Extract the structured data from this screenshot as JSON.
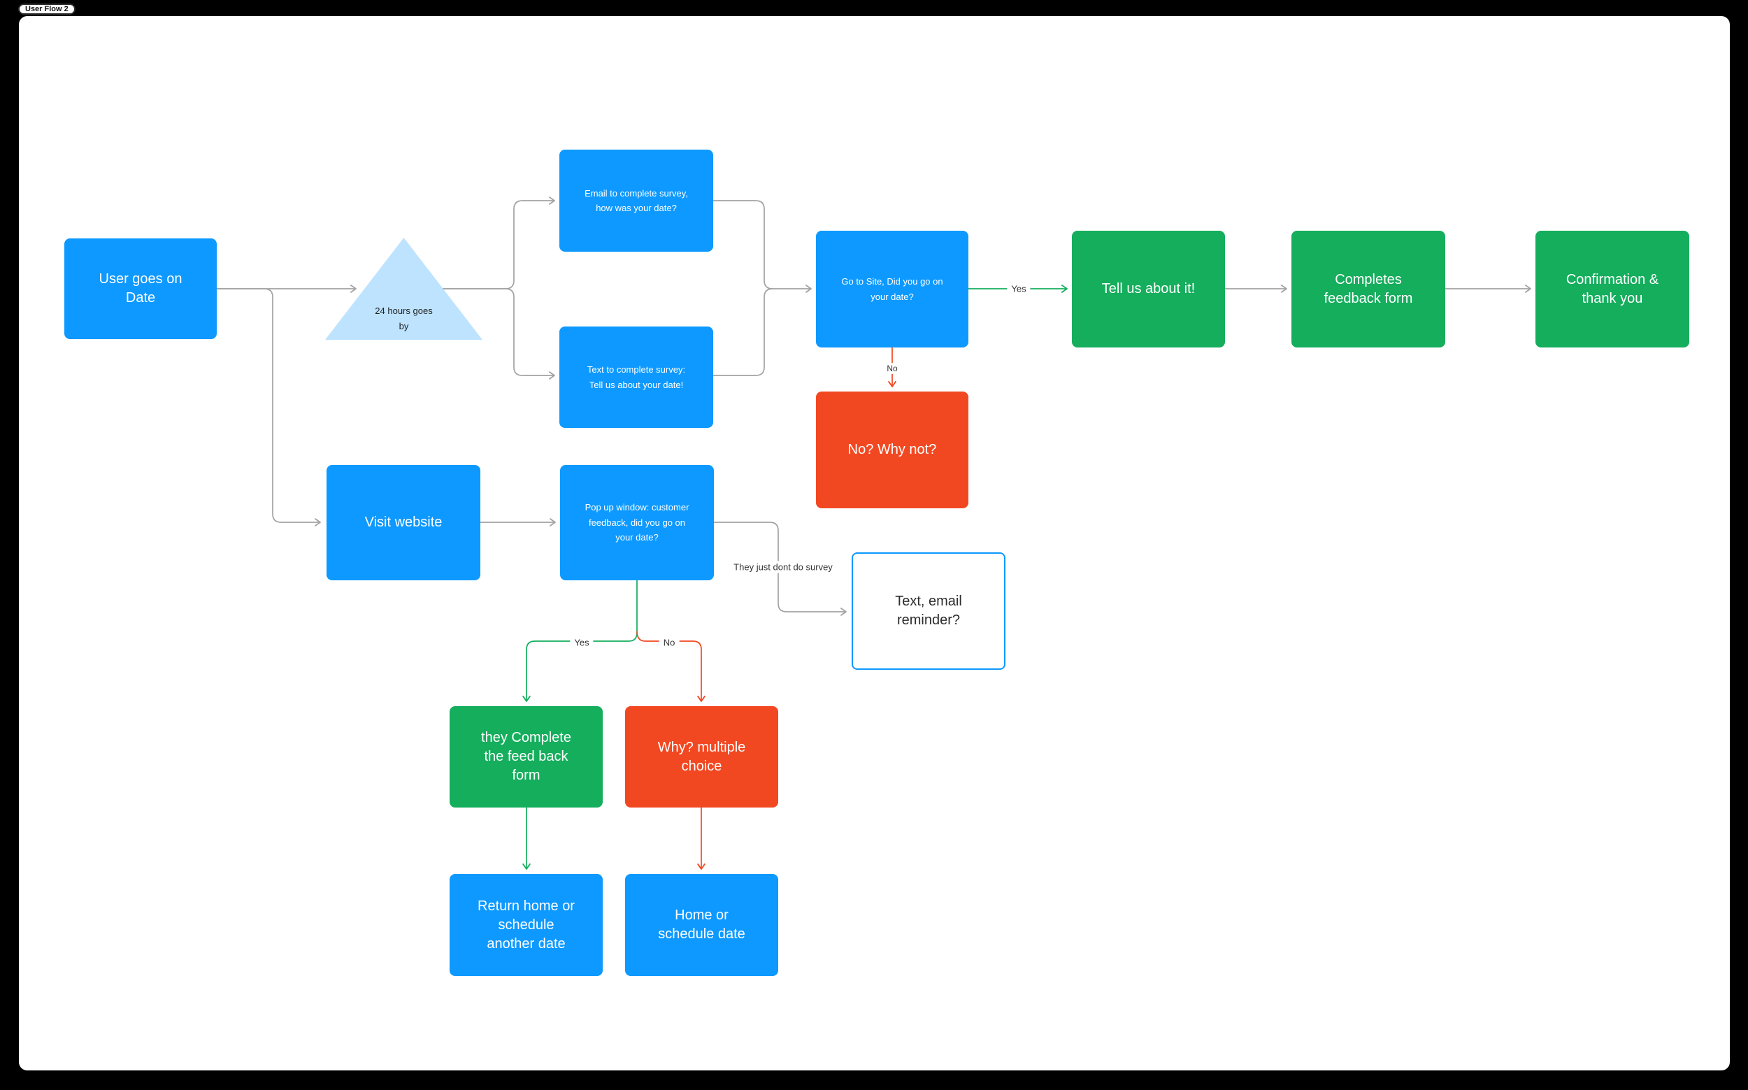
{
  "app": {
    "tab_label": "User Flow 2"
  },
  "colors": {
    "background": "#000000",
    "canvas": "#FFFFFF",
    "node_blue": "#0D99FF",
    "node_green": "#14AE5C",
    "node_red": "#F24822",
    "node_light_blue": "#BDE3FF",
    "connector_gray": "#A3A3A3",
    "connector_green": "#14AE5C",
    "connector_red": "#F24822",
    "reminder_border_blue": "#0D99FF"
  },
  "diagram": {
    "nodes": {
      "user_goes_on_date": {
        "label": "User goes on\nDate"
      },
      "hours_24": {
        "label": "24 hours goes\nby"
      },
      "email_survey": {
        "label": "Email to complete survey,\nhow was your date?"
      },
      "text_survey": {
        "label": "Text to complete survey:\nTell us about your date!"
      },
      "go_to_site": {
        "label": "Go to Site, Did you go on\nyour date?"
      },
      "tell_us": {
        "label": "Tell us about it!"
      },
      "completes_feedback": {
        "label": "Completes\nfeedback form"
      },
      "confirmation": {
        "label": "Confirmation &\nthank you"
      },
      "no_why_not": {
        "label": "No? Why not?"
      },
      "visit_website": {
        "label": "Visit website"
      },
      "popup_window": {
        "label": "Pop up window: customer\nfeedback, did you go on\nyour date?"
      },
      "text_email_reminder": {
        "label": "Text, email\nreminder?"
      },
      "they_complete": {
        "label": "they Complete\nthe feed back\nform"
      },
      "why_multiple": {
        "label": "Why? multiple\nchoice"
      },
      "return_home": {
        "label": "Return home or\nschedule\nanother date"
      },
      "home_schedule": {
        "label": "Home or\nschedule date"
      }
    },
    "edge_labels": {
      "yes_go_site": "Yes",
      "no_go_site": "No",
      "yes_popup": "Yes",
      "no_popup": "No",
      "no_survey": "They just dont do survey"
    }
  }
}
